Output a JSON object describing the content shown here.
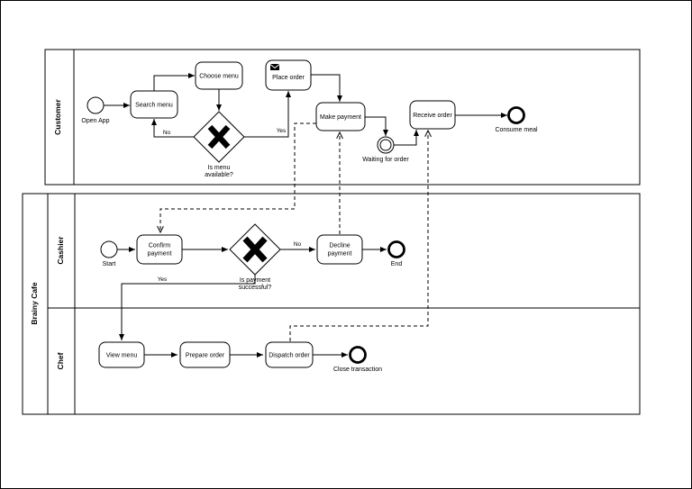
{
  "pools": {
    "customer": "Customer",
    "brainy_cafe": "Brainy Cafe",
    "cashier": "Cashier",
    "chef": "Chef"
  },
  "customer": {
    "open_app": "Open App",
    "search_menu": "Search menu",
    "choose_menu": "Choose menu",
    "place_order": "Place order",
    "gateway": [
      "Is menu",
      "available?"
    ],
    "no": "No",
    "yes": "Yes",
    "make_payment": "Make payment",
    "waiting_for_order": "Waiting for order",
    "receive_order": "Receive order",
    "consume_meal": "Consume meal"
  },
  "cashier": {
    "start": "Start",
    "confirm_payment": [
      "Confirm",
      "payment"
    ],
    "gateway": [
      "Is payment",
      "successful?"
    ],
    "no": "No",
    "yes": "Yes",
    "decline_payment": [
      "Decline",
      "payment"
    ],
    "end": "End"
  },
  "chef": {
    "view_menu": "View menu",
    "prepare_order": "Prepare order",
    "dispatch_order": "Dispatch order",
    "close_transaction": "Close transaction"
  }
}
